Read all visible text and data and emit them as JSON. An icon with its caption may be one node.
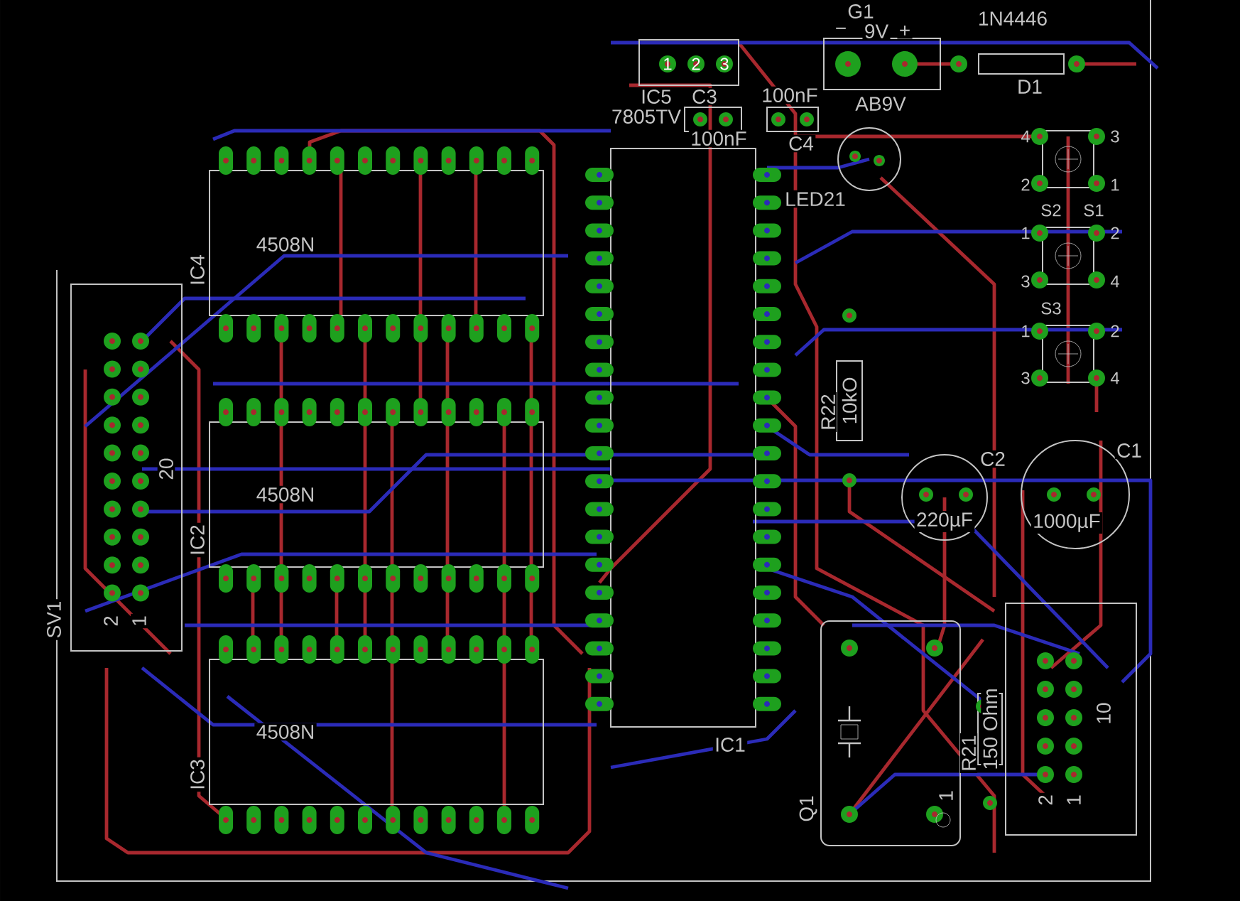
{
  "diagram": {
    "nodes": [
      {
        "text": [
          "IC5",
          "7805TV"
        ]
      },
      {
        "text": [
          "G1",
          "−",
          "9V",
          "+",
          "AB9V"
        ]
      },
      {
        "text": [
          "1N4446",
          "D1"
        ]
      },
      {
        "text": [
          "C3",
          "100nF"
        ]
      },
      {
        "text": [
          "100nF",
          "C4"
        ]
      },
      {
        "text": [
          "LED21"
        ]
      },
      {
        "text": [],
        "shape": "box"
      },
      {
        "text": [],
        "shape": "box"
      },
      {
        "text": [],
        "shape": "box"
      },
      {
        "text": [
          "IC4",
          "4508N"
        ]
      },
      {
        "text": [
          "SV1",
          "20",
          "2",
          "1"
        ]
      },
      {
        "text": [
          "IC2",
          "4508N"
        ]
      },
      {
        "text": [
          "R22",
          "10kO"
        ]
      },
      {
        "text": [
          "C2",
          "220µF"
        ]
      },
      {
        "text": [
          "C1",
          "1000µF"
        ]
      },
      {
        "text": [
          "IC1"
        ]
      },
      {
        "text": [
          "Q1",
          "1"
        ]
      },
      {
        "text": [
          "R21",
          "150 Ohm"
        ]
      },
      {
        "text": [
          "10",
          "2",
          "1"
        ]
      },
      {
        "text": [
          "IC3",
          "4508N"
        ]
      }
    ],
    "labels": [
      "1",
      "2",
      "3",
      "4",
      "3",
      "2",
      "1",
      "S2",
      "S1",
      "1",
      "2",
      "3",
      "4",
      "S3",
      "1",
      "2",
      "3",
      "4"
    ]
  }
}
